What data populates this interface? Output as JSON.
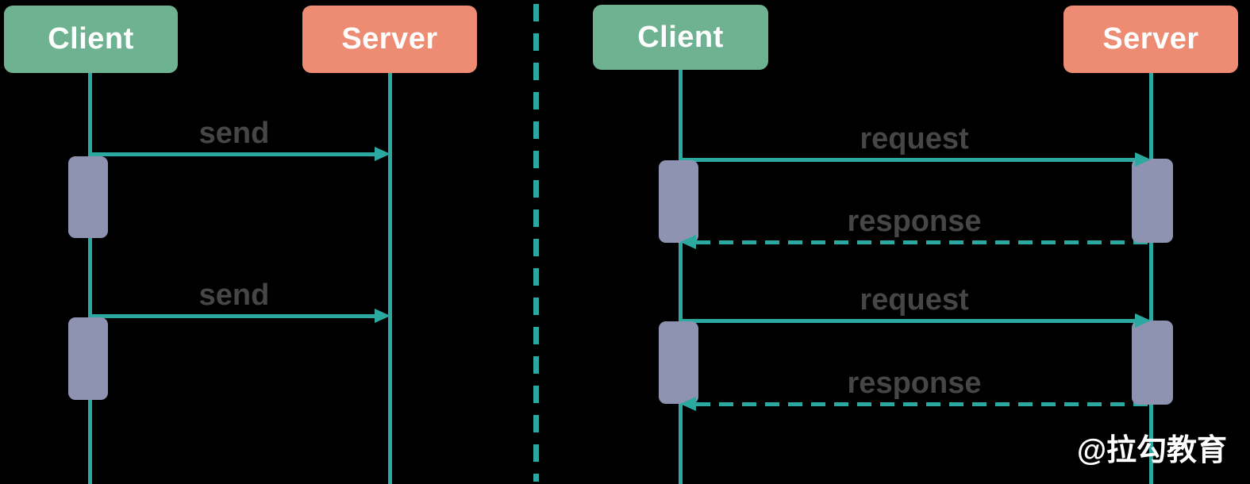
{
  "watermark": "@拉勾教育",
  "colors": {
    "background": "#000000",
    "client_box": "#6FB292",
    "server_box": "#ED8B73",
    "line": "#2BA9A0",
    "activation_bar": "#8E93B1",
    "message_text": "#464646",
    "participant_text": "#FFFFFF",
    "watermark_text": "#FFFFFF"
  },
  "left_diagram": {
    "participants": [
      {
        "label": "Client",
        "role": "client"
      },
      {
        "label": "Server",
        "role": "server"
      }
    ],
    "messages": [
      {
        "label": "send",
        "from": "Client",
        "to": "Server",
        "style": "solid"
      },
      {
        "label": "send",
        "from": "Client",
        "to": "Server",
        "style": "solid"
      }
    ]
  },
  "right_diagram": {
    "participants": [
      {
        "label": "Client",
        "role": "client"
      },
      {
        "label": "Server",
        "role": "server"
      }
    ],
    "messages": [
      {
        "label": "request",
        "from": "Client",
        "to": "Server",
        "style": "solid"
      },
      {
        "label": "response",
        "from": "Server",
        "to": "Client",
        "style": "dashed"
      },
      {
        "label": "request",
        "from": "Client",
        "to": "Server",
        "style": "solid"
      },
      {
        "label": "response",
        "from": "Server",
        "to": "Client",
        "style": "dashed"
      }
    ]
  }
}
